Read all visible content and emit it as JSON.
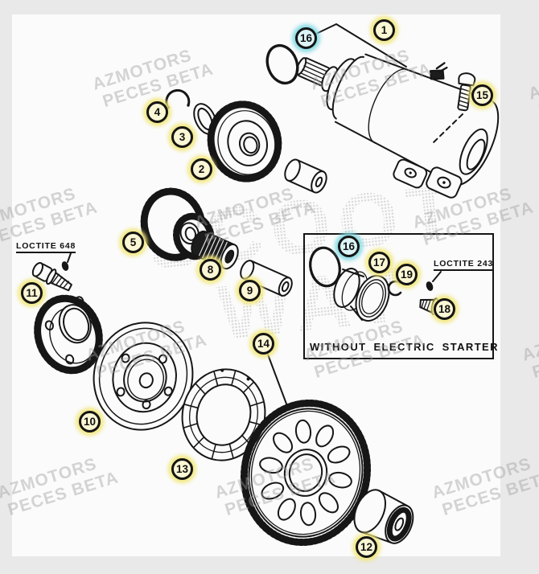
{
  "watermark": {
    "line1": "AZMOTORS",
    "line2": "PECES BETA"
  },
  "halftone_watermark": {
    "line1": "SCOOT",
    "line2": "WAY"
  },
  "labels": {
    "loctite_648": "LOCTITE 648",
    "loctite_243": "LOCTITE 243",
    "without_electric_starter": "WITHOUT ELECTRIC STARTER"
  },
  "colors": {
    "paper": "#fbfbfb",
    "page_bg": "#e9e9e9",
    "line": "#161616",
    "callout_highlight_yellow": "#f1e87d",
    "callout_highlight_cyan": "#86dbe4",
    "watermark_gray": "#9e9e9e"
  },
  "callouts": [
    {
      "label": "1"
    },
    {
      "label": "2"
    },
    {
      "label": "3"
    },
    {
      "label": "4"
    },
    {
      "label": "5"
    },
    {
      "label": "8"
    },
    {
      "label": "9"
    },
    {
      "label": "10"
    },
    {
      "label": "11"
    },
    {
      "label": "12"
    },
    {
      "label": "13"
    },
    {
      "label": "14"
    },
    {
      "label": "15"
    },
    {
      "label": "16"
    },
    {
      "label": "16"
    },
    {
      "label": "17"
    },
    {
      "label": "18"
    },
    {
      "label": "19"
    }
  ]
}
